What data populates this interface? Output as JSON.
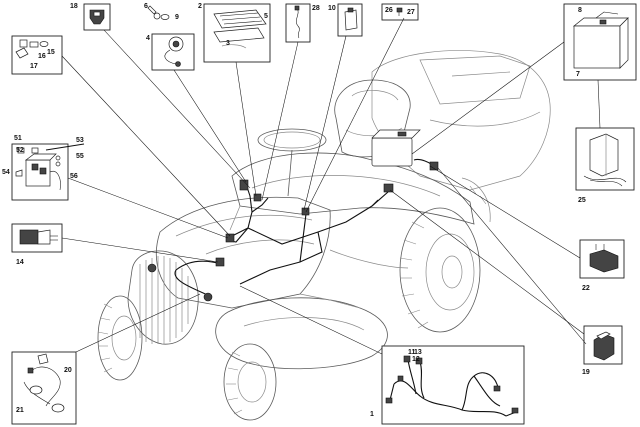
{
  "callouts": [
    {
      "id": "c18",
      "label": "18"
    },
    {
      "id": "c6",
      "label": "6"
    },
    {
      "id": "c9",
      "label": "9"
    },
    {
      "id": "c2",
      "label": "2"
    },
    {
      "id": "c5",
      "label": "5"
    },
    {
      "id": "c3",
      "label": "3"
    },
    {
      "id": "c28",
      "label": "28"
    },
    {
      "id": "c10",
      "label": "10"
    },
    {
      "id": "c26",
      "label": "26"
    },
    {
      "id": "c27",
      "label": "27"
    },
    {
      "id": "c8",
      "label": "8"
    },
    {
      "id": "c7",
      "label": "7"
    },
    {
      "id": "c4",
      "label": "4"
    },
    {
      "id": "c15",
      "label": "15"
    },
    {
      "id": "c16",
      "label": "16"
    },
    {
      "id": "c17",
      "label": "17"
    },
    {
      "id": "c51",
      "label": "51"
    },
    {
      "id": "c52",
      "label": "52"
    },
    {
      "id": "c53",
      "label": "53"
    },
    {
      "id": "c55",
      "label": "55"
    },
    {
      "id": "c54",
      "label": "54"
    },
    {
      "id": "c56",
      "label": "56"
    },
    {
      "id": "c14",
      "label": "14"
    },
    {
      "id": "c25",
      "label": "25"
    },
    {
      "id": "c22",
      "label": "22"
    },
    {
      "id": "c19",
      "label": "19"
    },
    {
      "id": "c20",
      "label": "20"
    },
    {
      "id": "c21",
      "label": "21"
    },
    {
      "id": "c11",
      "label": "11"
    },
    {
      "id": "c13",
      "label": "13"
    },
    {
      "id": "c12",
      "label": "12"
    },
    {
      "id": "c1",
      "label": "1"
    }
  ]
}
